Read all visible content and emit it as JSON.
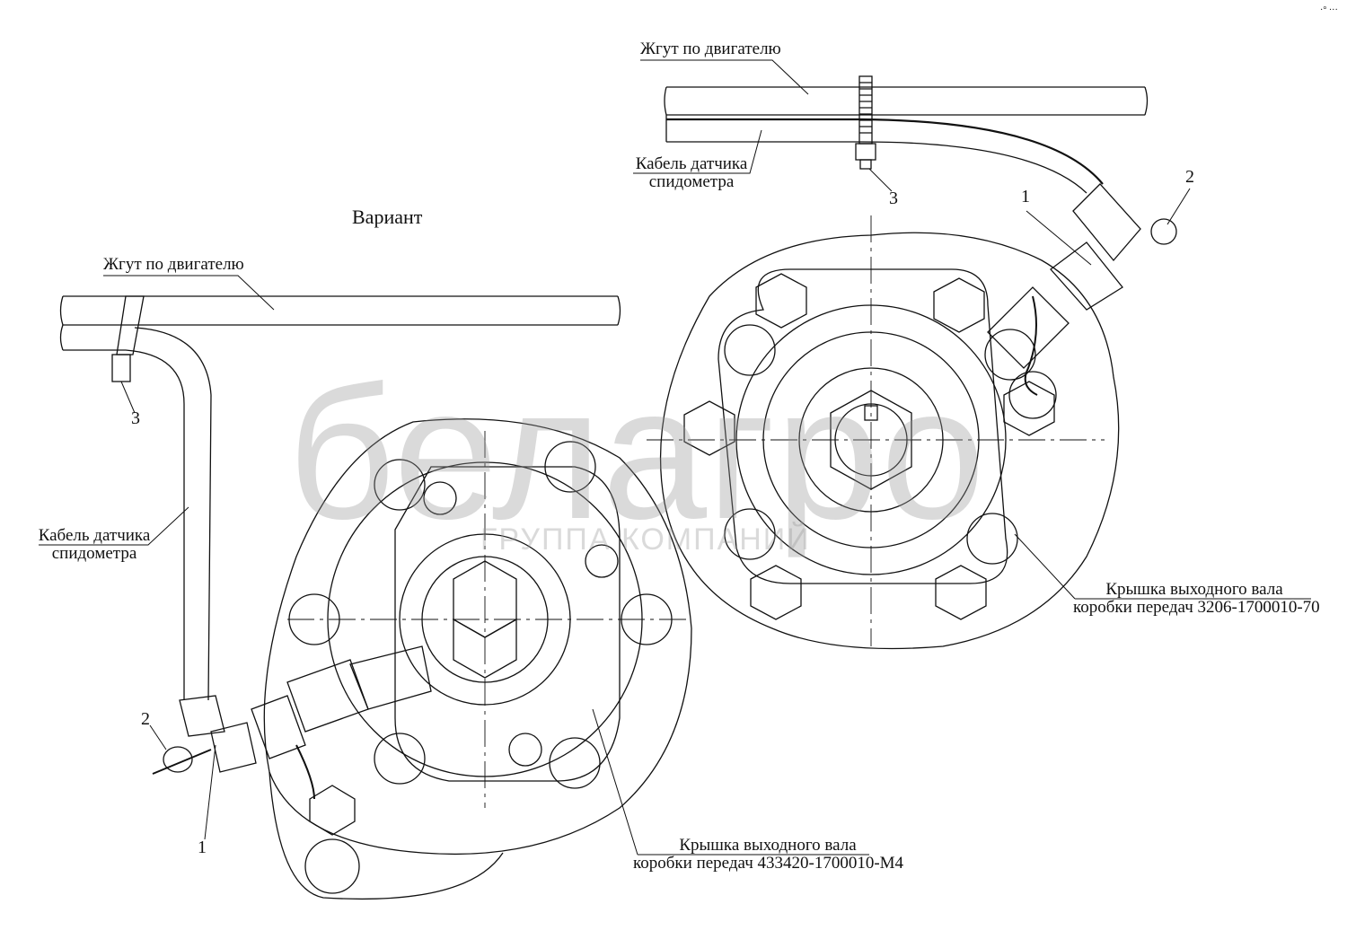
{
  "corner_mark": "·° ···",
  "variant_title": "Вариант",
  "right_assembly": {
    "harness_label": "Жгут по двигателю",
    "cable_label_line1": "Кабель датчика",
    "cable_label_line2": "спидометра",
    "cover_label_line1": "Крышка выходного вала",
    "cover_label_line2": "коробки передач 3206-1700010-70",
    "callouts": [
      "1",
      "2",
      "3"
    ]
  },
  "left_assembly": {
    "harness_label": "Жгут по двигателю",
    "cable_label_line1": "Кабель датчика",
    "cable_label_line2": "спидометра",
    "cover_label_line1": "Крышка выходного вала",
    "cover_label_line2": "коробки передач 433420-1700010-М4",
    "callouts": [
      "1",
      "2",
      "3"
    ]
  },
  "watermark": {
    "brand": "белагро",
    "subtitle": "ГРУППА КОМПАНИЙ",
    "color": "#969696"
  },
  "line_color": "#111111"
}
